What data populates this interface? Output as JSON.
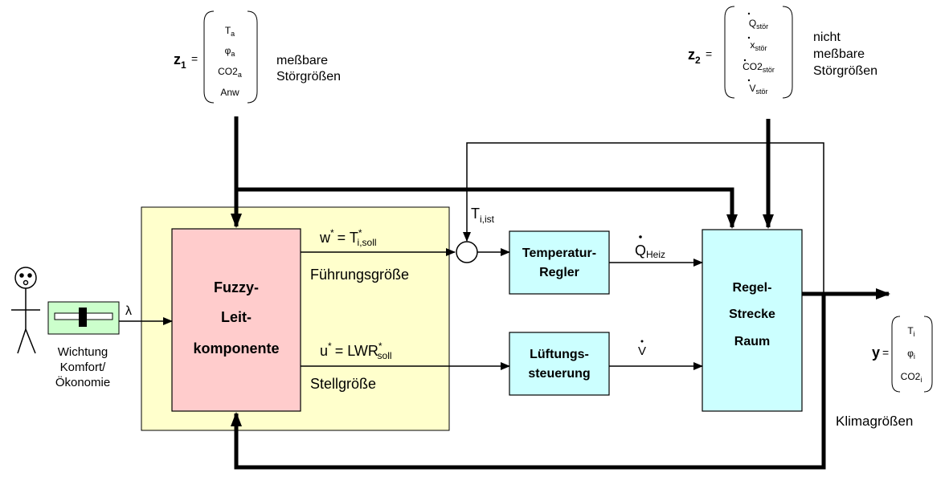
{
  "z1": {
    "symbol": "z",
    "subscript": "1",
    "equals": "=",
    "vector": [
      {
        "main": "T",
        "sub": "a"
      },
      {
        "main": "φ",
        "sub": "a"
      },
      {
        "main": "CO2",
        "sub": "a"
      },
      {
        "main": "Anw",
        "sub": ""
      }
    ],
    "caption_line1": "meßbare",
    "caption_line2": "Störgrößen"
  },
  "z2": {
    "symbol": "z",
    "subscript": "2",
    "equals": "=",
    "vector": [
      {
        "main": "Q",
        "sub": "stör",
        "dot": true
      },
      {
        "main": "x",
        "sub": "stör",
        "dot": true
      },
      {
        "main": "CO2",
        "sub": "stör",
        "dot": true
      },
      {
        "main": "V",
        "sub": "stör",
        "dot": true
      }
    ],
    "caption_line1": "nicht",
    "caption_line2": "meßbare",
    "caption_line3": "Störgrößen"
  },
  "y": {
    "symbol": "y",
    "equals": "=",
    "vector": [
      {
        "main": "T",
        "sub": "i"
      },
      {
        "main": "φ",
        "sub": "i"
      },
      {
        "main": "CO2",
        "sub": "i"
      }
    ],
    "caption": "Klimagrößen"
  },
  "fuzzy_block": {
    "line1": "Fuzzy-",
    "line2": "Leit-",
    "line3": "komponente"
  },
  "temp_regler": {
    "line1": "Temperatur-",
    "line2": "Regler"
  },
  "lueftung": {
    "line1": "Lüftungs-",
    "line2": "steuerung"
  },
  "regelstrecke": {
    "line1": "Regel-",
    "line2": "Strecke",
    "line3": "Raum"
  },
  "w_signal": {
    "w": "w",
    "star": "*",
    "eq": "= T",
    "sub": "i,soll",
    "caption": "Führungsgröße"
  },
  "u_signal": {
    "u": "u",
    "star": "*",
    "eq": "= LWR",
    "sub": "soll",
    "caption": "Stellgröße"
  },
  "t_ist": {
    "main": "T",
    "sub": "i,ist"
  },
  "q_heiz": {
    "main": "Q",
    "sub": "Heiz"
  },
  "v_dot": {
    "main": "V"
  },
  "lambda": "λ",
  "weighting": {
    "line1": "Wichtung",
    "line2": "Komfort/",
    "line3": "Ökonomie"
  },
  "colors": {
    "fuzzy_background": "#ffffcc",
    "fuzzy_block": "#ffcccc",
    "controller_block": "#ccffff",
    "slider_background": "#ccffcc"
  }
}
